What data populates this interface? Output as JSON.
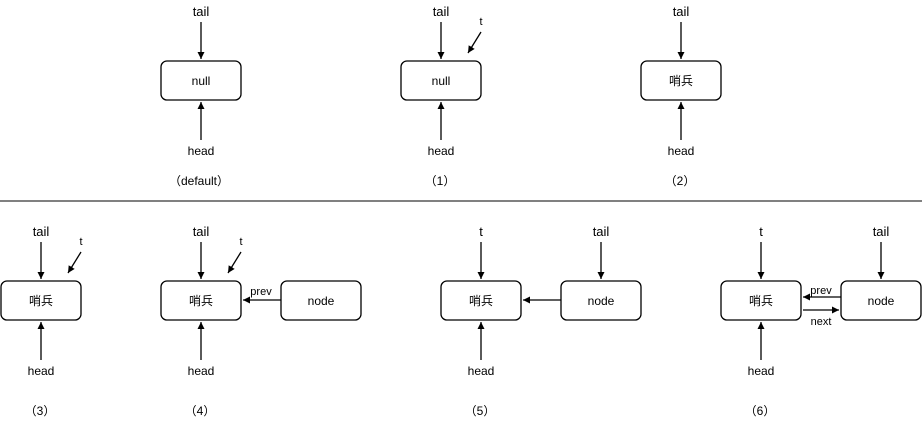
{
  "labels": {
    "tail": "tail",
    "head": "head",
    "t": "t",
    "null": "null",
    "sentinel": "哨兵",
    "node": "node",
    "prev": "prev",
    "next": "next"
  },
  "captions": {
    "default": "（default）",
    "s1": "（1）",
    "s2": "（2）",
    "s3": "（3）",
    "s4": "（4）",
    "s5": "（5）",
    "s6": "（6）"
  }
}
